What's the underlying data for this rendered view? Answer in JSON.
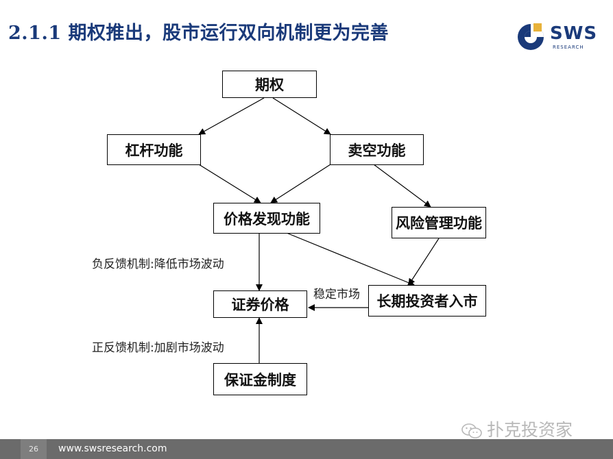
{
  "header": {
    "title": "2.1.1 期权推出，股市运行双向机制更为完善",
    "logo_text": "SWS",
    "logo_subtext": "RESEARCH"
  },
  "diagram": {
    "nodes": {
      "options": "期权",
      "leverage": "杠杆功能",
      "short_selling": "卖空功能",
      "price_discovery": "价格发现功能",
      "risk_management": "风险管理功能",
      "securities_price": "证券价格",
      "long_term_investors": "长期投资者入市",
      "margin_system": "保证金制度"
    },
    "edge_labels": {
      "negative_feedback": "负反馈机制:降低市场波动",
      "stabilize_market": "稳定市场",
      "positive_feedback": "正反馈机制:加剧市场波动"
    }
  },
  "footer": {
    "page_number": "26",
    "url": "www.swsresearch.com"
  },
  "watermark": {
    "text": "扑克投资家"
  },
  "colors": {
    "title": "#1a3a7a",
    "footer_bg": "#6b6b6b",
    "logo_gold": "#e8b23a"
  }
}
